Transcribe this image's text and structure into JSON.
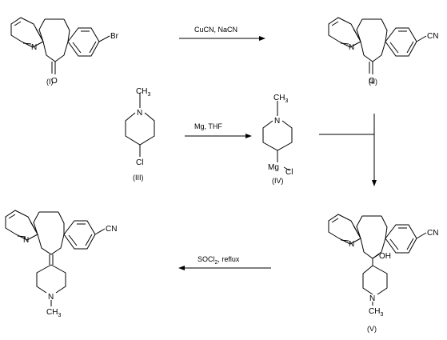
{
  "compounds": {
    "I": {
      "label": "(I)",
      "atoms": {
        "bromine": "Br",
        "nitrogen": "N",
        "oxygen": "O"
      }
    },
    "II": {
      "label": "(II)",
      "atoms": {
        "nitrile": "CN",
        "nitrogen": "N",
        "oxygen": "O"
      }
    },
    "III": {
      "label": "(III)",
      "atoms": {
        "nitrogen": "N",
        "methyl_c": "CH",
        "methyl_sub": "3",
        "chlorine": "Cl"
      }
    },
    "IV": {
      "label": "(IV)",
      "atoms": {
        "nitrogen": "N",
        "methyl_c": "CH",
        "methyl_sub": "3",
        "magnesium": "Mg",
        "chlorine": "Cl"
      }
    },
    "V": {
      "label": "(V)",
      "atoms": {
        "nitrile": "CN",
        "nitrogen_pyridine": "N",
        "hydroxyl": "OH",
        "nitrogen_piperidine": "N",
        "methyl_c": "CH",
        "methyl_sub": "3"
      }
    },
    "VI": {
      "label": "",
      "atoms": {
        "nitrile": "CN",
        "nitrogen_pyridine": "N",
        "nitrogen_piperidine": "N",
        "methyl_c": "CH",
        "methyl_sub": "3"
      }
    }
  },
  "reactions": {
    "step1": {
      "conditions": "CuCN, NaCN"
    },
    "step2": {
      "conditions": "Mg, THF"
    },
    "step4": {
      "reagent": "SOCl",
      "reagent_sub": "2",
      "rest": ", reflux"
    }
  },
  "colors": {
    "ink": "#000000",
    "background": "#ffffff"
  }
}
